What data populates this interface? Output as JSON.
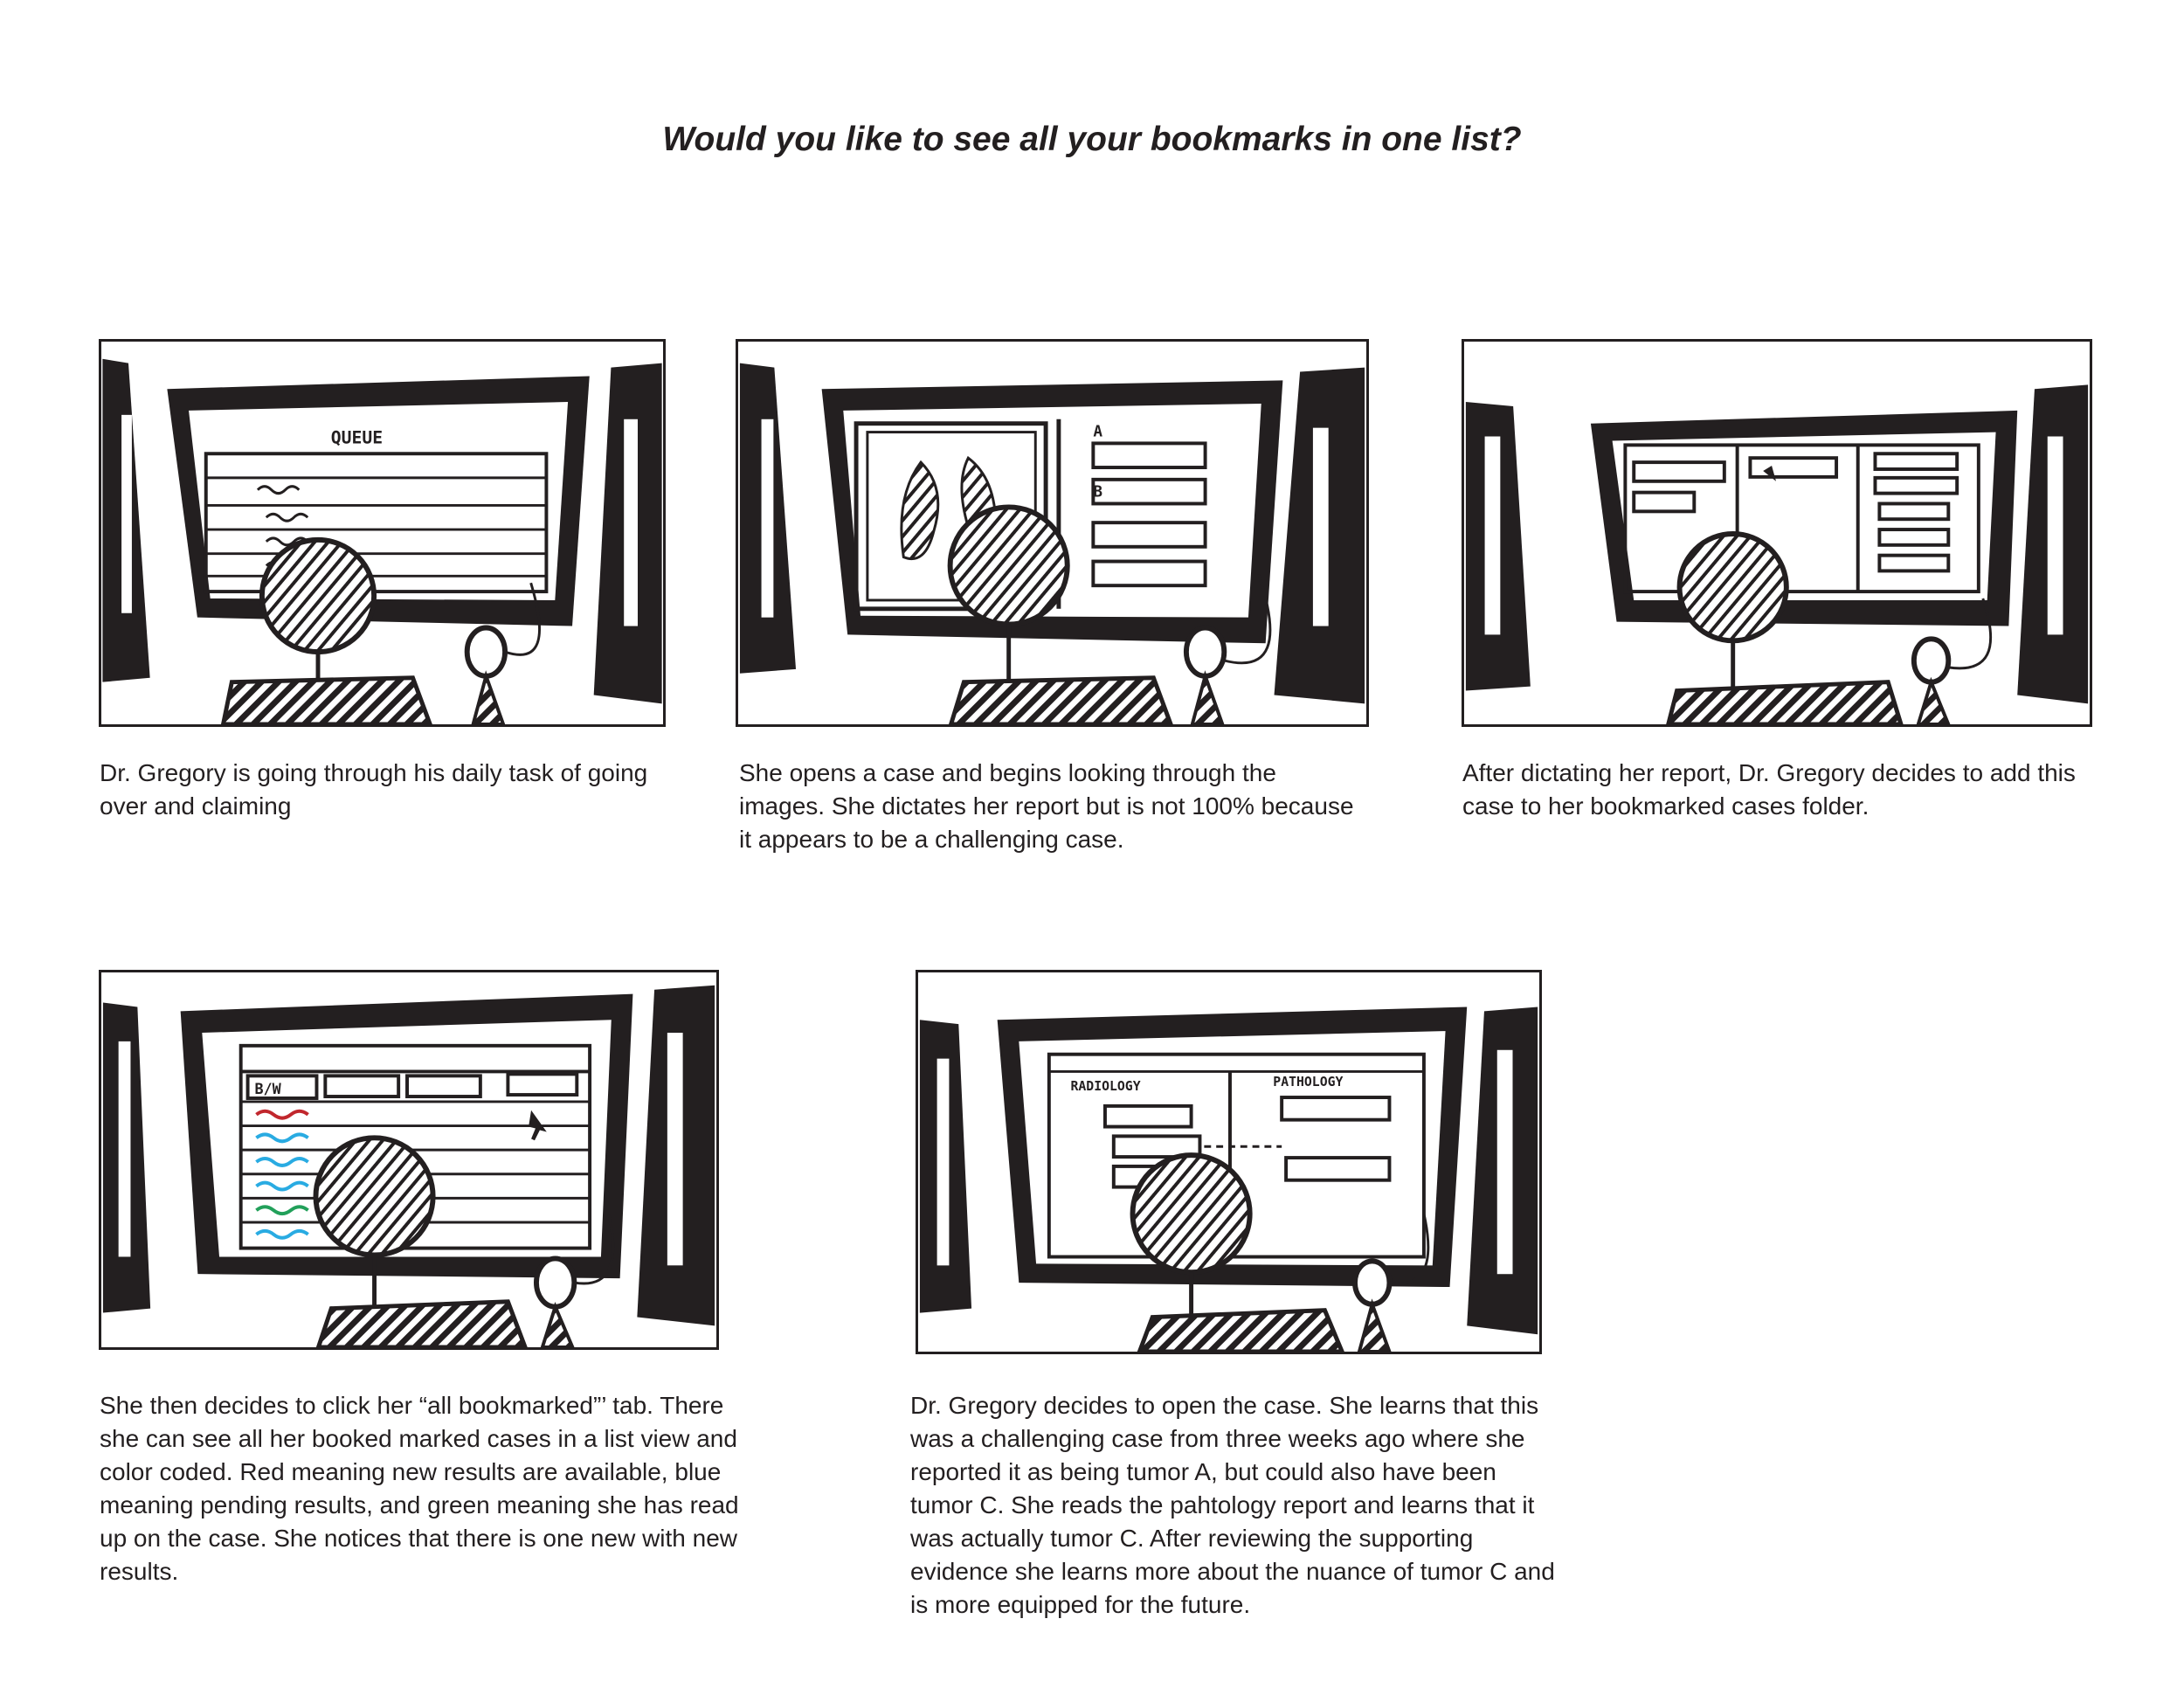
{
  "title": "Would you like to see all your bookmarks in one list?",
  "colors": {
    "ink": "#231f20",
    "red": "#c1272d",
    "blue": "#29abe2",
    "green": "#22a05a"
  },
  "panels": [
    {
      "screen_label": "QUEUE",
      "caption": "Dr. Gregory is going through his daily task of going over and claiming"
    },
    {
      "screen_labels": [
        "A",
        "B"
      ],
      "caption": "She opens a case and begins looking through the images. She dictates her report but is not 100% because it appears to be a challenging case."
    },
    {
      "caption": "After dictating her report, Dr. Gregory decides to add this case to her bookmarked cases folder."
    },
    {
      "tab_label": "B/W",
      "caption": "She then decides to click her “all bookmarked”’ tab. There she can see all her booked marked cases in a list view and color coded. Red meaning new results are available, blue meaning pending results, and green meaning she has read up on the case. She notices that there is one new with new results."
    },
    {
      "screen_labels": [
        "RADIOLOGY",
        "PATHOLOGY"
      ],
      "caption": "Dr. Gregory decides to open the case. She learns that this was a challenging case from three weeks ago where she reported it as being tumor A, but could also have been tumor C. She reads the pahtology report and learns that it was actually tumor C. After reviewing the supporting evidence she learns more about the nuance of tumor C and is more equipped for the future."
    }
  ]
}
